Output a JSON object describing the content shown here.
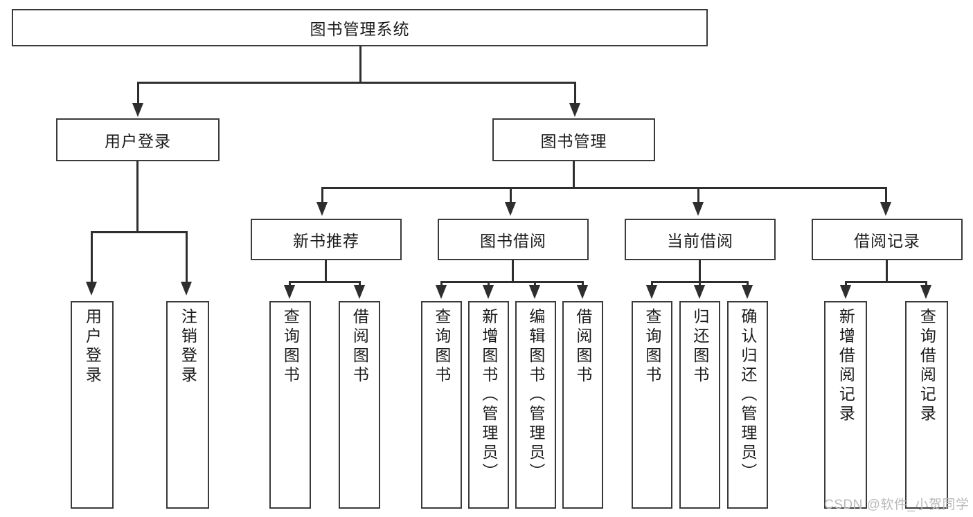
{
  "diagram": {
    "title": "图书管理系统",
    "root": {
      "label": "图书管理系统"
    },
    "level2": [
      {
        "label": "用户登录"
      },
      {
        "label": "图书管理"
      }
    ],
    "level3": [
      {
        "label": "新书推荐"
      },
      {
        "label": "图书借阅"
      },
      {
        "label": "当前借阅"
      },
      {
        "label": "借阅记录"
      }
    ],
    "leaves": {
      "user_login": [
        {
          "label": "用户登录"
        },
        {
          "label": "注销登录"
        }
      ],
      "new_book_rec": [
        {
          "label": "查询图书"
        },
        {
          "label": "借阅图书"
        }
      ],
      "book_borrow": [
        {
          "label": "查询图书"
        },
        {
          "label": "新增图书（管理员）"
        },
        {
          "label": "编辑图书（管理员）"
        },
        {
          "label": "借阅图书"
        }
      ],
      "current_borrow": [
        {
          "label": "查询图书"
        },
        {
          "label": "归还图书"
        },
        {
          "label": "确认归还（管理员）"
        }
      ],
      "borrow_record": [
        {
          "label": "新增借阅记录"
        },
        {
          "label": "查询借阅记录"
        }
      ]
    },
    "watermark": "CSDN @软件_小贺同学",
    "colors": {
      "box_border": "#3a3a3a",
      "line": "#2e2e2e",
      "text": "#1b1b1b",
      "background": "#ffffff",
      "watermark": "#b9b9b9"
    }
  }
}
